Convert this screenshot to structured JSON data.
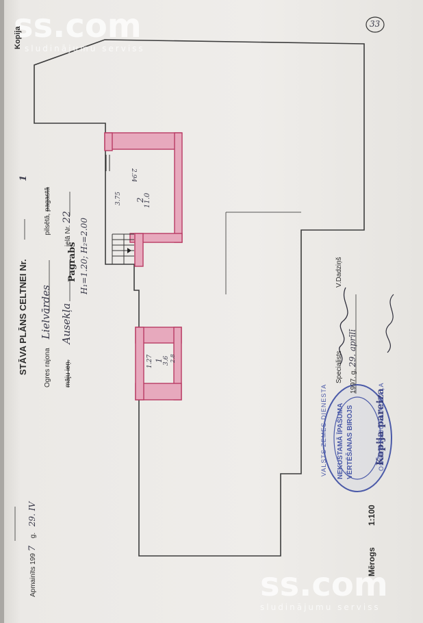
{
  "watermark": {
    "site": "ss.com",
    "tagline": "sludinājumu serviss"
  },
  "corner": {
    "copy_label": "Kopija",
    "page_number": "33"
  },
  "header": {
    "title": "STĀVA PLĀNS CELTNEI Nr.",
    "title_number": "1",
    "district_label": "Ogres rajona",
    "district_value": "Lielvārdes",
    "city_label": "pilsētā,",
    "parish_label": "pagastā",
    "houses_label": "māju ieņ.",
    "street_value": "Ausekļa",
    "street_no_label": "ielā Nr.",
    "street_no_value": "22"
  },
  "level": {
    "name": "Pagrabs",
    "heights": "H₁=1.20;  H₂=2.00"
  },
  "rooms": [
    {
      "number": "2",
      "area": "11.0",
      "width": "3.75",
      "length": "2.94"
    },
    {
      "number": "1",
      "area": "3.6",
      "width": "1.27",
      "length": "2.8"
    }
  ],
  "footer": {
    "approved_label": "Apmainīts 199",
    "approved_year": "7",
    "approved_g": "g.",
    "approved_date": "29. IV",
    "scale_label": "Mērogs",
    "scale_value": "1:100",
    "specialist_label": "Specialists",
    "specialist_name": "V.Dadziņš",
    "specialist_date_prefix": "1997. g.",
    "specialist_date": "29. aprīlī",
    "copy_correct": "Kopija pareiza"
  },
  "stamp": {
    "outer_top": "VALSTS ZEMES DIENESTA",
    "line1": "NEKUSTAMĀ ĪPAŠUMA",
    "line2": "VĒRTĒŠANAS BIROJS",
    "outer_bottom": "OGRES RAJONA NODAĻA"
  },
  "colors": {
    "wall_fill": "#e7a9bd",
    "wall_stroke": "#b83a63",
    "ink": "#222222",
    "stamp_ink": "#4b5aa8"
  }
}
